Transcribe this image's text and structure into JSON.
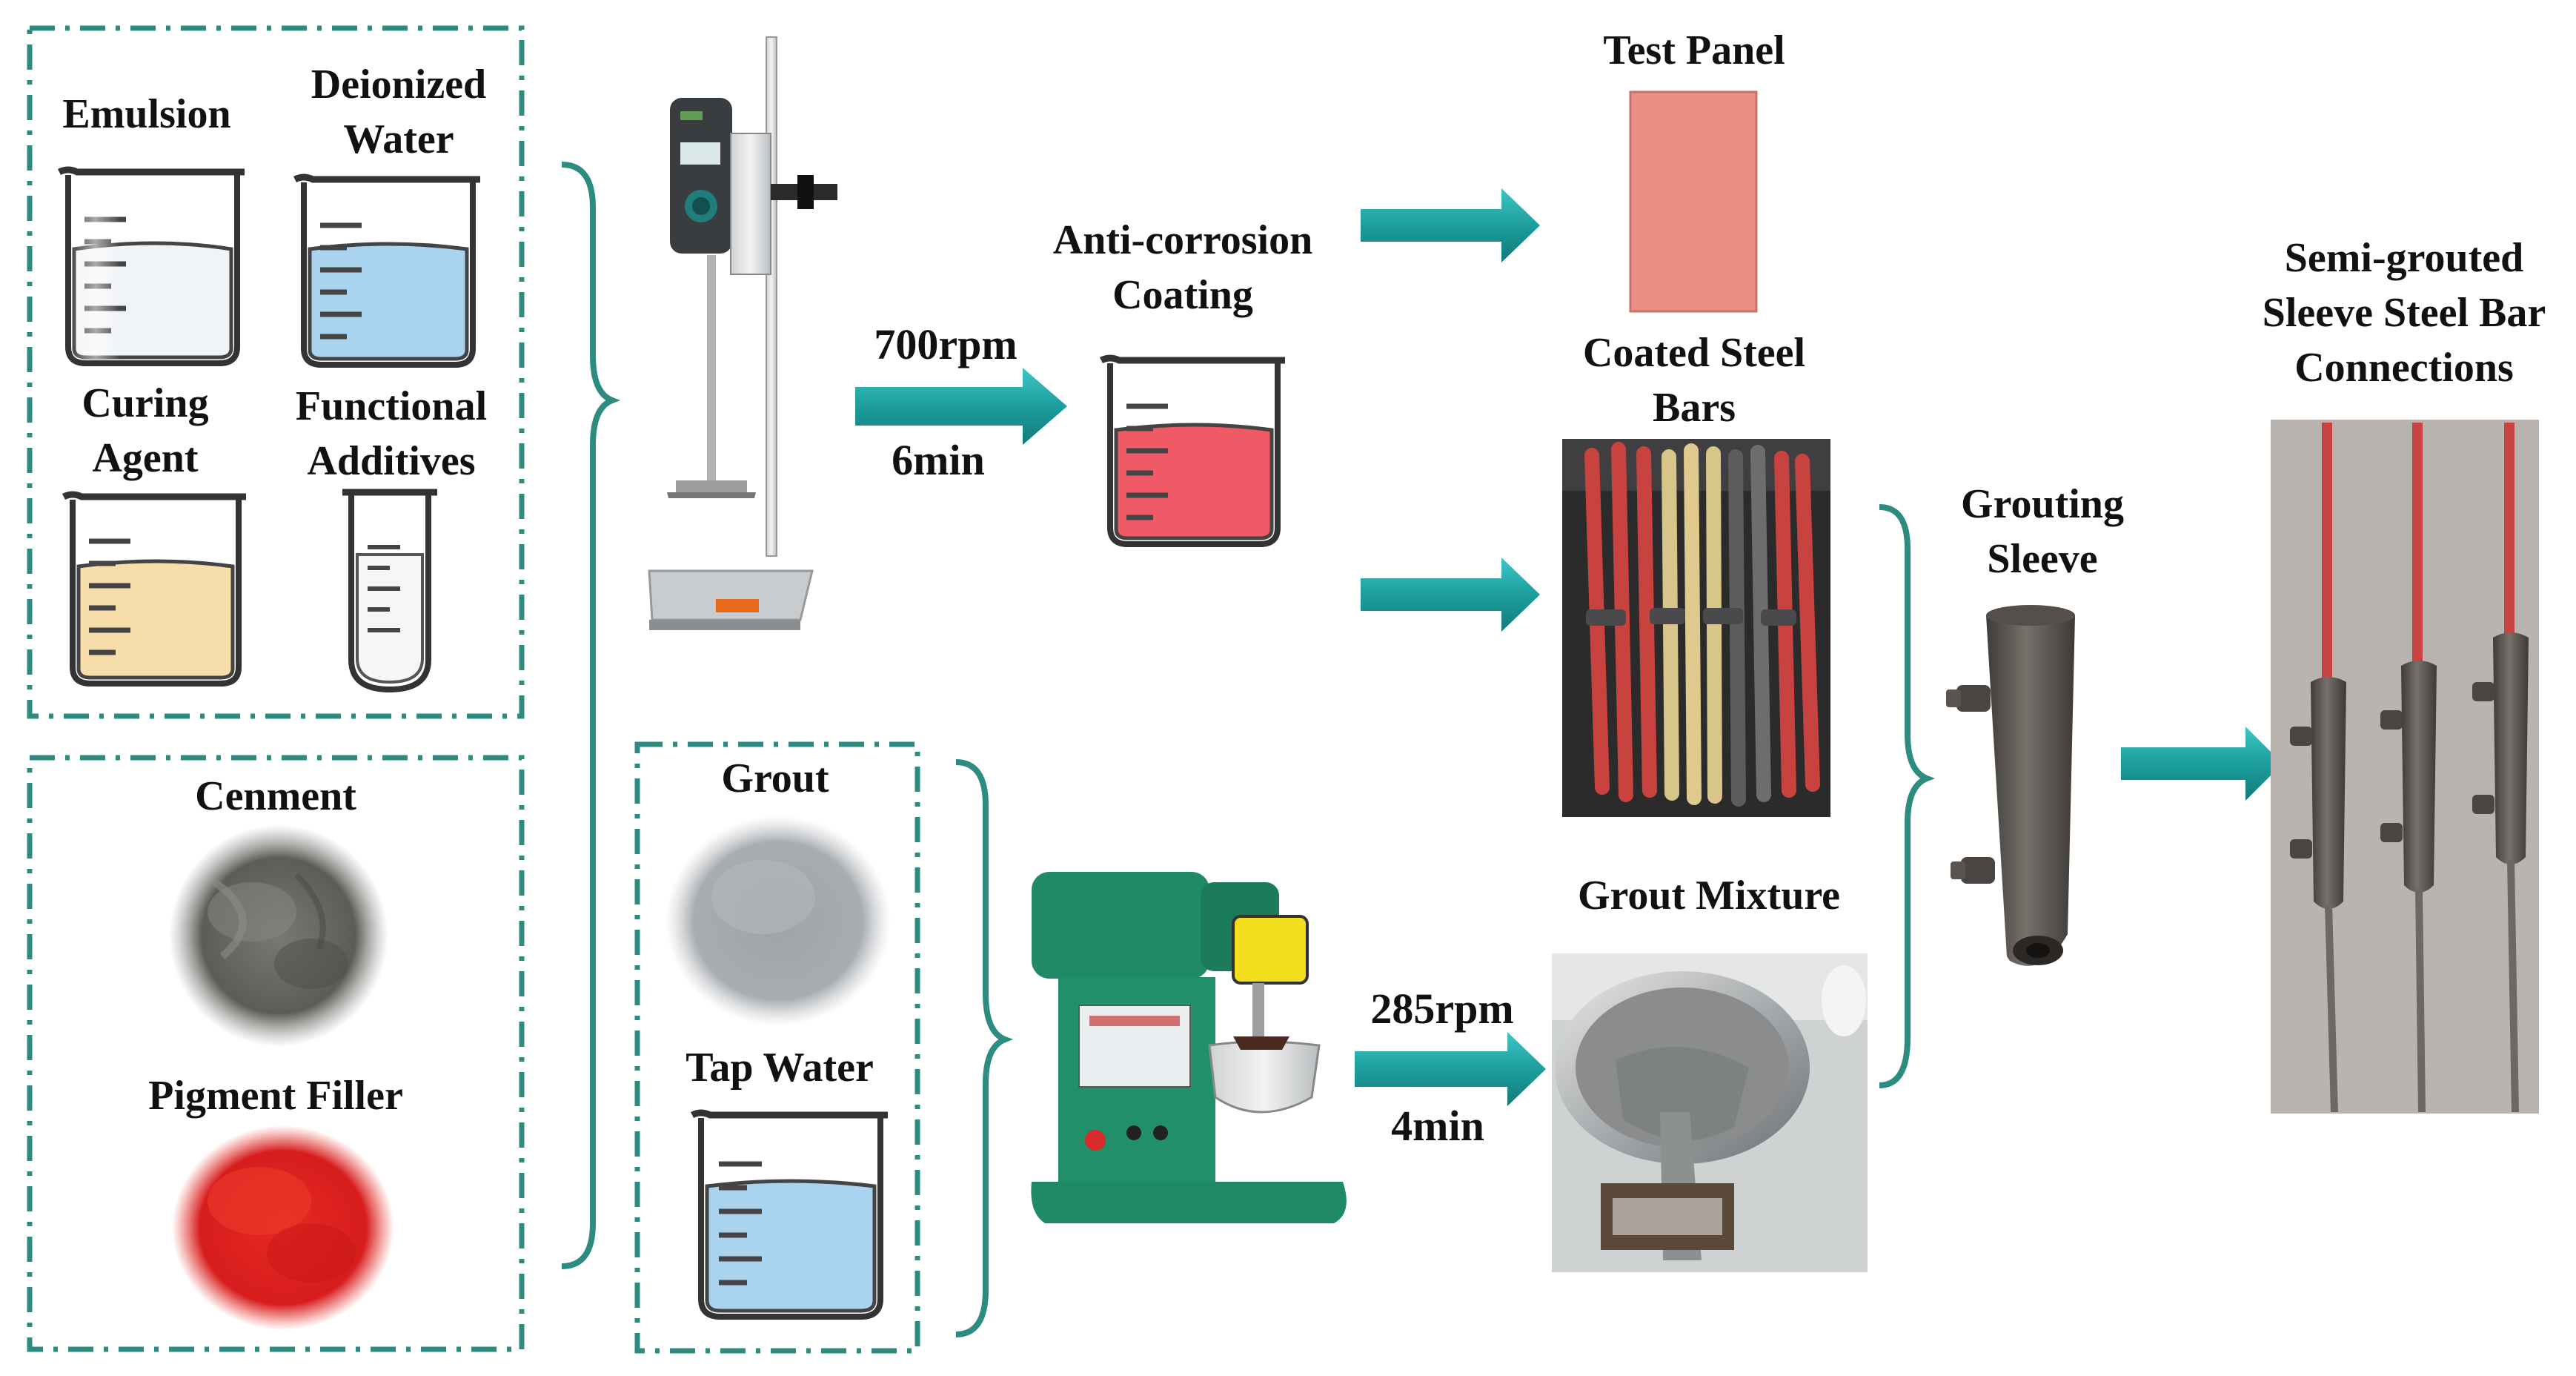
{
  "labels": {
    "emulsion": "Emulsion",
    "deionized_1": "Deionized",
    "deionized_2": "Water",
    "curing_1": "Curing",
    "curing_2": "Agent",
    "functional_1": "Functional",
    "functional_2": "Additives",
    "cenment": "Cenment",
    "pigment_filler": "Pigment Filler",
    "grout": "Grout",
    "tap_water": "Tap Water",
    "speed_coating": "700rpm",
    "time_coating": "6min",
    "anti_corrosion_1": "Anti-corrosion",
    "anti_corrosion_2": "Coating",
    "test_panel": "Test Panel",
    "coated_bars_1": "Coated Steel",
    "coated_bars_2": "Bars",
    "speed_grout": "285rpm",
    "time_grout": "4min",
    "grout_mixture": "Grout Mixture",
    "grouting_sleeve_1": "Grouting",
    "grouting_sleeve_2": "Sleeve",
    "connections_1": "Semi-grouted",
    "connections_2": "Sleeve Steel Bar",
    "connections_3": "Connections"
  },
  "colors": {
    "box_border": "#2e8b80",
    "arrow_dark": "#137a7a",
    "arrow_light": "#3fc5c5",
    "brace": "#2e8b80",
    "water_blue": "#a9d3ee",
    "emulsion_liquid": "#f1f4f7",
    "curing_yellow": "#f6ddaa",
    "coating_red": "#ef5a66",
    "test_panel": "#e88e84",
    "cement_gray": "#6f6d69",
    "pigment_red": "#dd2020",
    "grout_gray": "#a6aaae",
    "mixer_green": "#1f8a64",
    "sleeve_gray": "#5f5a55",
    "rebar_red": "#c8433f"
  }
}
